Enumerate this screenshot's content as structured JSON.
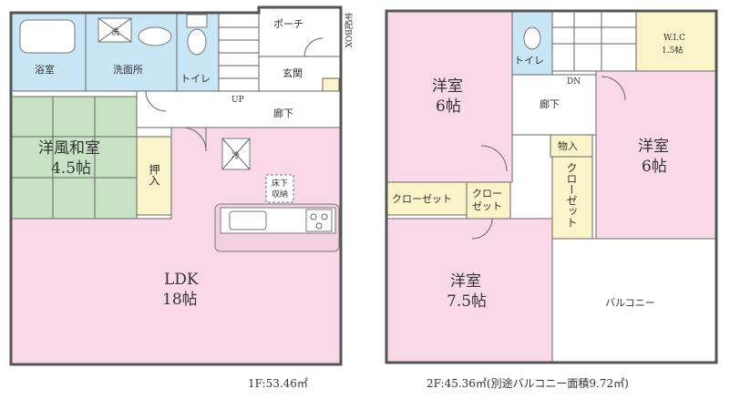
{
  "floor1": {
    "caption": "1F:53.46㎡",
    "rooms": {
      "bath": "浴室",
      "washroom": "洗面所",
      "toilet": "トイレ",
      "porch": "ポーチ",
      "entrance": "玄関",
      "hall": "廊下",
      "washitsu_name": "洋風和室",
      "washitsu_size": "4.5帖",
      "oshiire": "押入",
      "ldk_name": "LDK",
      "ldk_size": "18帖",
      "underfloor_line1": "床下",
      "underfloor_line2": "収納",
      "fridge": "冷",
      "washer": "洗",
      "up": "UP",
      "delivery_box": "宅配BOX"
    }
  },
  "floor2": {
    "caption": "2F:45.36㎡(別途バルコニー面積9.72㎡)",
    "rooms": {
      "toilet": "トイレ",
      "wic_name": "W.I.C",
      "wic_size": "1.5帖",
      "room_a_name": "洋室",
      "room_a_size": "6帖",
      "room_b_name": "洋室",
      "room_b_size": "6帖",
      "room_c_name": "洋室",
      "room_c_size": "7.5帖",
      "hall": "廊下",
      "dn": "DN",
      "storage": "物入",
      "closet_a": "クローゼット",
      "closet_b_line1": "クロー",
      "closet_b_line2": "ゼット",
      "closet_c": "クローゼット",
      "balcony": "バルコニー"
    }
  }
}
